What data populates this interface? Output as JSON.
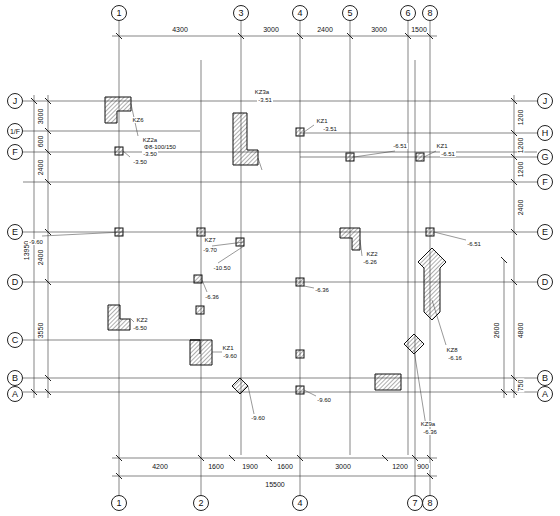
{
  "diagram": {
    "nodes": [
      {
        "text": [
          "1"
        ]
      },
      {
        "text": [
          "3"
        ]
      },
      {
        "text": [
          "4"
        ]
      },
      {
        "text": [
          "5"
        ]
      },
      {
        "text": [
          "6"
        ]
      },
      {
        "text": [
          "8"
        ]
      },
      {
        "text": [
          "1"
        ]
      },
      {
        "text": [
          "2"
        ]
      },
      {
        "text": [
          "4"
        ]
      },
      {
        "text": [
          "7"
        ]
      },
      {
        "text": [
          "8"
        ]
      },
      {
        "text": [
          "J"
        ]
      },
      {
        "text": [
          "1/F"
        ]
      },
      {
        "text": [
          "F"
        ]
      },
      {
        "text": [
          "E"
        ]
      },
      {
        "text": [
          "D"
        ]
      },
      {
        "text": [
          "C"
        ]
      },
      {
        "text": [
          "B"
        ]
      },
      {
        "text": [
          "A"
        ]
      },
      {
        "text": [
          "J"
        ]
      },
      {
        "text": [
          "H"
        ]
      },
      {
        "text": [
          "G"
        ]
      },
      {
        "text": [
          "F"
        ]
      },
      {
        "text": [
          "E"
        ]
      },
      {
        "text": [
          "D"
        ]
      },
      {
        "text": [
          "B"
        ]
      },
      {
        "text": [
          "A"
        ]
      }
    ],
    "labels": [
      "4300",
      "3000",
      "2400",
      "3000",
      "1500",
      "4200",
      "1600",
      "1900",
      "1600",
      "3000",
      "1200",
      "900",
      "15500",
      "3000",
      "600",
      "2400",
      "2400",
      "3550",
      "13950",
      "1200",
      "1200",
      "1200",
      "2400",
      "2600",
      "4800",
      "750",
      "KZ3a",
      "-3.51",
      "KZ1",
      "-3.51",
      "KZ2a",
      "Φ8-100/150",
      "-3.50",
      "KZ6",
      "-3.50",
      "KZ1",
      "-6.51",
      "-6.51",
      "-9.60",
      "KZ7",
      "-9.70",
      "-10.50",
      "KZ2",
      "-6.26",
      "-6.51",
      "-6.36",
      "-6.36",
      "KZ2",
      "-6.50",
      "KZ1",
      "-9.60",
      "KZ8",
      "-6.16",
      "-9.60",
      "-9.60",
      "KZ9a",
      "-6.36"
    ]
  }
}
